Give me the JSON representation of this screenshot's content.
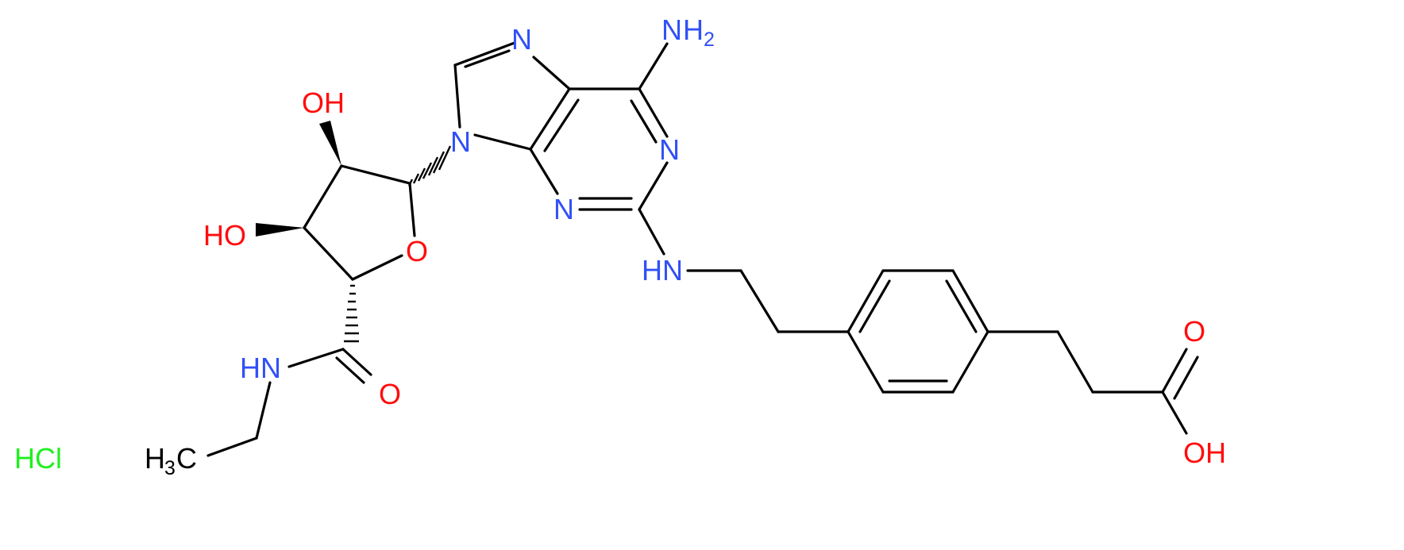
{
  "molecule": {
    "labels": {
      "nh2_n": "N",
      "nh2_h": "H",
      "nh2_sub": "2",
      "n7": "N",
      "n1": "N",
      "n3": "N",
      "n9": "N",
      "nh_linker": "HN",
      "oh_top": "OH",
      "oh_left": "HO",
      "o_ring": "O",
      "amide_nh": "HN",
      "amide_o": "O",
      "ethyl_h": "H",
      "ethyl_sub": "3",
      "ethyl_c": "C",
      "acid_o": "O",
      "acid_oh": "OH",
      "salt": "HCl"
    },
    "colors": {
      "nitrogen": "#3050F8",
      "oxygen": "#FF0D0D",
      "chlorine": "#1FF01F",
      "carbon": "#000000"
    }
  }
}
